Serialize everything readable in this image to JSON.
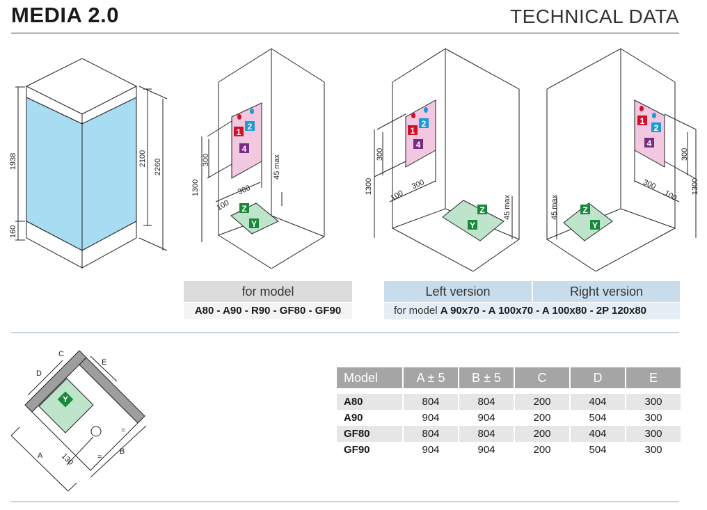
{
  "header": {
    "title": "MEDIA 2.0",
    "subtitle": "TECHNICAL DATA"
  },
  "drawing1": {
    "dim_1938": "1938",
    "dim_160": "160",
    "dim_2100": "2100",
    "dim_2260": "2260"
  },
  "drawing2": {
    "dim_300": "300",
    "dim_1300": "1300",
    "dim_100": "100",
    "dim_300b": "300",
    "dim_45max": "45 max"
  },
  "drawing3": {
    "dim_300": "300",
    "dim_1300": "1300",
    "dim_100": "100",
    "dim_300b": "300",
    "dim_45max": "45 max"
  },
  "drawing4": {
    "dim_300": "300",
    "dim_1300": "1300",
    "dim_100": "100",
    "dim_300b": "300",
    "dim_45max": "45 max"
  },
  "tags": {
    "t1": "1",
    "t2": "2",
    "t4": "4",
    "tz": "Z",
    "ty": "Y"
  },
  "model_box": {
    "label": "for model",
    "models": "A80 - A90 - R90 - GF80 - GF90"
  },
  "version_box": {
    "left": "Left version",
    "right": "Right version",
    "prefix": "for model",
    "models": "A 90x70 - A 100x70 - A 100x80 - 2P 120x80"
  },
  "plan": {
    "A": "A",
    "B": "B",
    "C": "C",
    "D": "D",
    "E": "E",
    "dim_130": "130",
    "eq": "="
  },
  "table": {
    "headers": [
      "Model",
      "A ± 5",
      "B ± 5",
      "C",
      "D",
      "E"
    ],
    "rows": [
      [
        "A80",
        "804",
        "804",
        "200",
        "404",
        "300"
      ],
      [
        "A90",
        "904",
        "904",
        "200",
        "504",
        "300"
      ],
      [
        "GF80",
        "804",
        "804",
        "200",
        "404",
        "300"
      ],
      [
        "GF90",
        "904",
        "904",
        "200",
        "504",
        "300"
      ]
    ]
  },
  "colors": {
    "glass": "#a8dcf2",
    "panel_pink": "#f2c8e0",
    "base_green": "#bfe4cc",
    "tag_red": "#d0102a",
    "tag_blue": "#1e9ad6",
    "tag_purple": "#7a2a82",
    "tag_green": "#178a3a"
  }
}
